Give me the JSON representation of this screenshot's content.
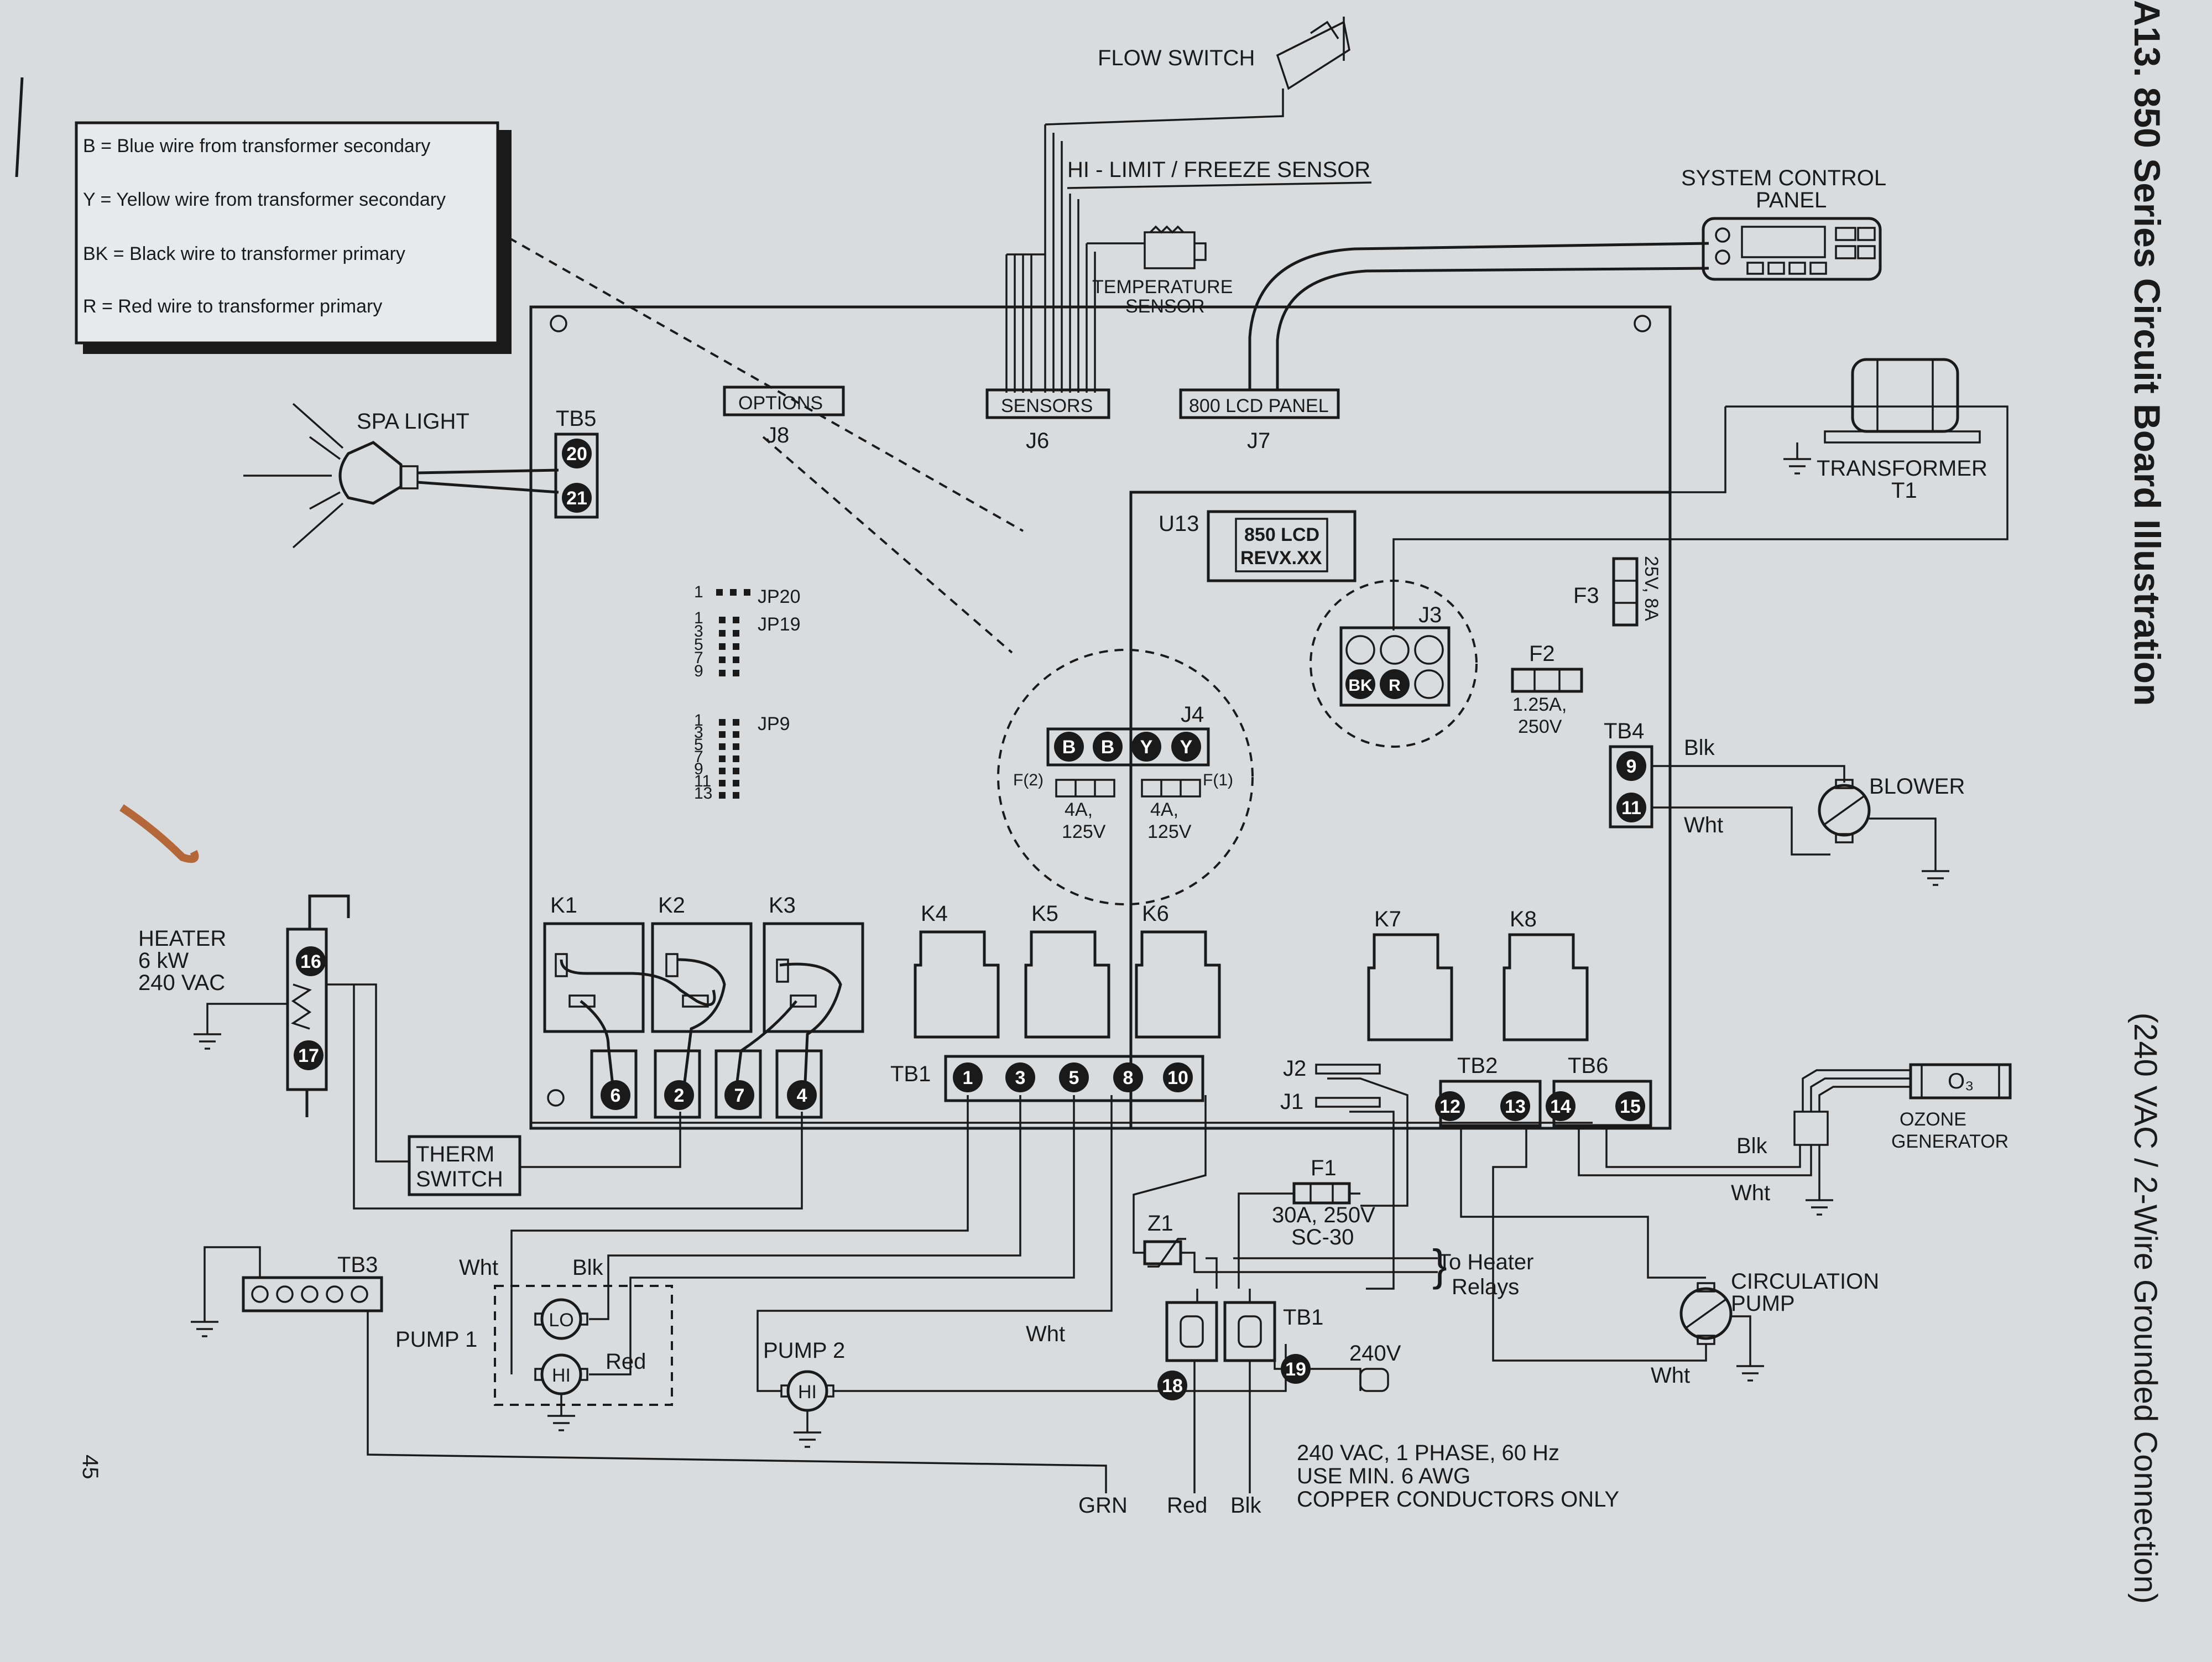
{
  "title": {
    "main": "A13. 850 Series Circuit Board Illustration",
    "sub": "(240 VAC / 2-Wire Grounded Connection)"
  },
  "page_number": "45",
  "legend": [
    "B = Blue wire from transformer secondary",
    "Y = Yellow wire from transformer secondary",
    "BK = Black wire to transformer primary",
    "R = Red wire to transformer primary"
  ],
  "labels": {
    "flow_switch": "FLOW SWITCH",
    "hi_limit": "HI - LIMIT / FREEZE SENSOR",
    "temp_sensor_1": "TEMPERATURE",
    "temp_sensor_2": "SENSOR",
    "system_panel_1": "SYSTEM CONTROL",
    "system_panel_2": "PANEL",
    "spa_light": "SPA LIGHT",
    "tb5": "TB5",
    "options": "OPTIONS",
    "j8": "J8",
    "sensors": "SENSORS",
    "j6": "J6",
    "lcd_panel": "800 LCD PANEL",
    "j7": "J7",
    "transformer": "TRANSFORMER",
    "t1": "T1",
    "u13": "U13",
    "u13_chip_1": "850 LCD",
    "u13_chip_2": "REVX.XX",
    "f3": "F3",
    "f3_rating": "25V, 8A",
    "j3": "J3",
    "f2": "F2",
    "f2_rating_1": "1.25A,",
    "f2_rating_2": "250V",
    "j4": "J4",
    "f_left": "F(2)",
    "f_right": "F(1)",
    "fuse_rating_a": "4A,",
    "fuse_rating_b": "125V",
    "tb4": "TB4",
    "blk": "Blk",
    "wht": "Wht",
    "blower": "BLOWER",
    "jp20": "JP20",
    "jp19": "JP19",
    "jp9": "JP9",
    "heater_1": "HEATER",
    "heater_2": "6 kW",
    "heater_3": "240 VAC",
    "k1": "K1",
    "k2": "K2",
    "k3": "K3",
    "k4": "K4",
    "k5": "K5",
    "k6": "K6",
    "k7": "K7",
    "k8": "K8",
    "tb1": "TB1",
    "j2": "J2",
    "j1": "J1",
    "tb2": "TB2",
    "tb6": "TB6",
    "ozone": "O₃",
    "ozone_gen_1": "OZONE",
    "ozone_gen_2": "GENERATOR",
    "therm_1": "THERM",
    "therm_2": "SWITCH",
    "tb3": "TB3",
    "pump1": "PUMP 1",
    "lo": "LO",
    "hi": "HI",
    "red": "Red",
    "pump2": "PUMP 2",
    "f1": "F1",
    "f1_rating_1": "30A, 250V",
    "f1_rating_2": "SC-30",
    "z1": "Z1",
    "to_heater_1": "To Heater",
    "to_heater_2": "Relays",
    "v240": "240V",
    "circ_pump_1": "CIRCULATION",
    "circ_pump_2": "PUMP",
    "grn": "GRN",
    "power_1": "240 VAC, 1 PHASE, 60 Hz",
    "power_2": "USE MIN. 6 AWG",
    "power_3": "COPPER CONDUCTORS ONLY"
  },
  "connectors": {
    "tb5": [
      "20",
      "21"
    ],
    "j4": [
      "B",
      "B",
      "Y",
      "Y"
    ],
    "j3": [
      "BK",
      "R"
    ],
    "tb4": [
      "9",
      "11"
    ],
    "heater": [
      "16",
      "17"
    ],
    "relay_pins": [
      "6",
      "2",
      "7",
      "4"
    ],
    "tb1": [
      "1",
      "3",
      "5",
      "8",
      "10"
    ],
    "tb2": [
      "12",
      "13"
    ],
    "tb6": [
      "14",
      "15"
    ],
    "power": [
      "18",
      "19"
    ]
  },
  "jumper_numbers": {
    "jp20": [
      "1"
    ],
    "jp19": [
      "1",
      "3",
      "5",
      "7",
      "9"
    ],
    "jp9": [
      "1",
      "3",
      "5",
      "7",
      "9",
      "11",
      "13"
    ]
  }
}
